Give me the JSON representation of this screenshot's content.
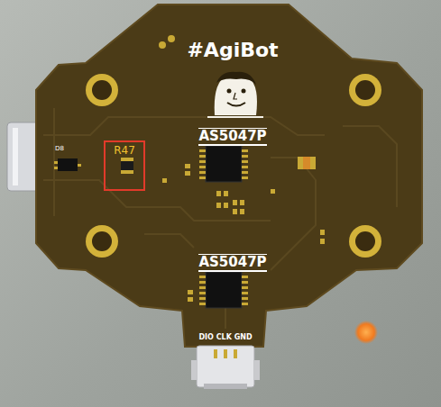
{
  "diagram": {
    "nodes": [
      {
        "text": [
          "R47"
        ]
      }
    ],
    "labels": [
      "#AgiBot",
      "AS5047P",
      "AS5047P",
      "D8",
      "DIO CLK GND"
    ]
  }
}
